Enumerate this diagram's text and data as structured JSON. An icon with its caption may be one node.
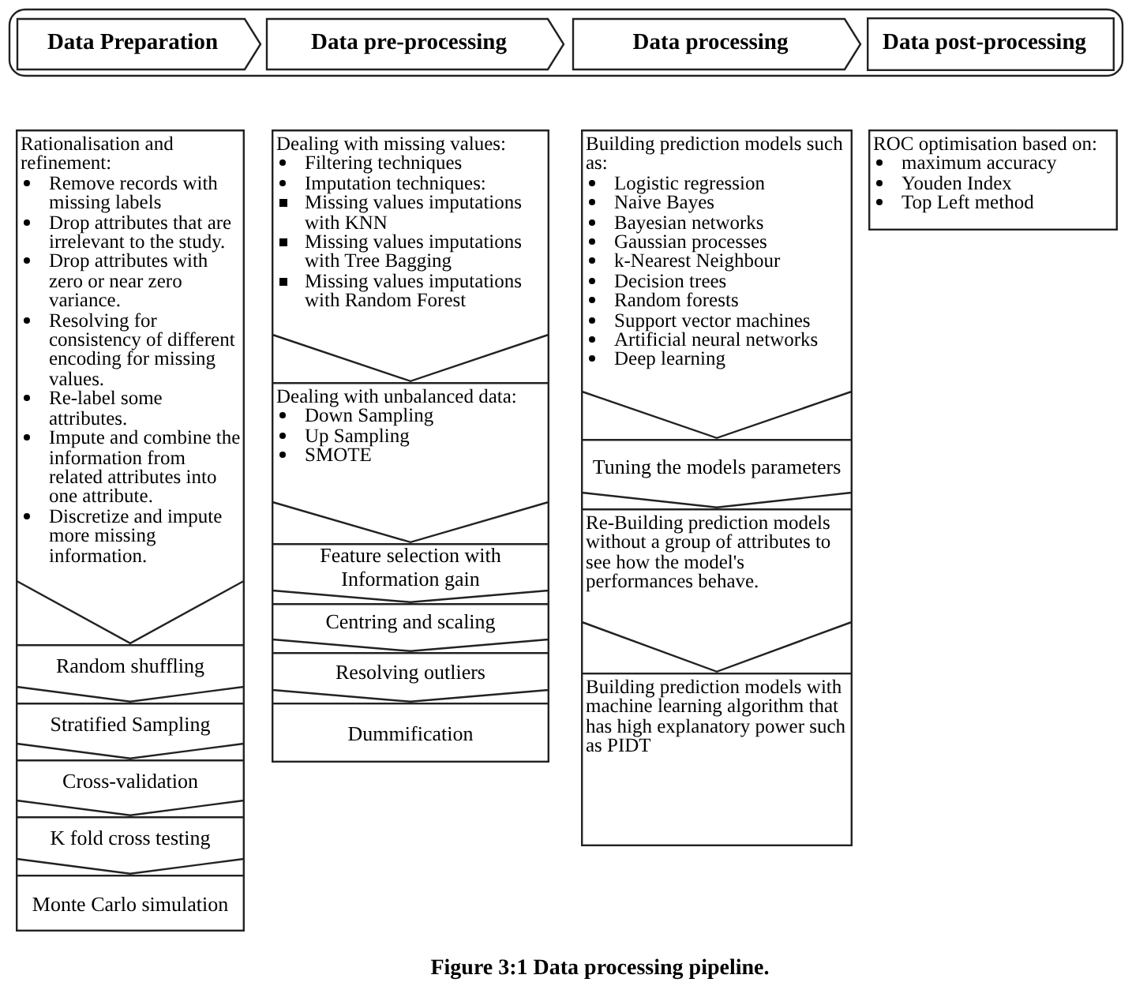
{
  "diagram": {
    "caption": "Figure 3:1 Data processing pipeline.",
    "nodes": [
      {
        "text": [],
        "shape": "box"
      },
      {
        "text": [
          "Data Preparation"
        ],
        "in": 0
      },
      {
        "text": [
          "Data pre-processing"
        ],
        "in": 0
      },
      {
        "text": [
          "Data processing"
        ],
        "in": 0
      },
      {
        "text": [
          "Data post-processing"
        ],
        "in": 0
      },
      {
        "text": [
          "Rationalisation and refinement:",
          "Remove records with missing labels",
          "Drop attributes that are irrelevant to the study.",
          "Drop attributes with zero or near zero variance.",
          "Resolving for consistency of different encoding for missing values.",
          "Re-label some attributes.",
          "Impute and combine the information from related attributes into one attribute.",
          "Discretize and impute more missing information."
        ]
      },
      {
        "text": [
          "Random shuffling"
        ]
      },
      {
        "text": [
          "Stratified Sampling"
        ]
      },
      {
        "text": [
          "Cross-validation"
        ]
      },
      {
        "text": [
          "K fold cross testing"
        ]
      },
      {
        "text": [
          "Monte Carlo simulation"
        ]
      },
      {
        "text": [
          "Dealing with missing values:",
          "Filtering techniques",
          "Imputation techniques:",
          "Missing values imputations with KNN",
          "Missing values imputations with Tree Bagging",
          "Missing values imputations with Random Forest"
        ]
      },
      {
        "text": [
          "Dealing with unbalanced data:",
          "Down Sampling",
          "Up Sampling",
          "SMOTE"
        ]
      },
      {
        "text": [
          "Feature selection with Information gain"
        ]
      },
      {
        "text": [
          "Centring and scaling"
        ]
      },
      {
        "text": [
          "Resolving outliers"
        ]
      },
      {
        "text": [
          "Dummification"
        ]
      },
      {
        "text": [
          "Building prediction models such as:",
          "Logistic regression",
          "Naive Bayes",
          "Bayesian networks",
          "Gaussian processes",
          "k-Nearest Neighbour",
          "Decision trees",
          "Random forests",
          "Support vector machines",
          "Artificial neural networks",
          "Deep learning"
        ]
      },
      {
        "text": [
          "Tuning the models parameters"
        ]
      },
      {
        "text": [
          "Re-Building prediction models without a group of attributes to see how the model's performances behave."
        ]
      },
      {
        "text": [
          "Building prediction models with machine learning algorithm that has high explanatory power such as PIDT"
        ]
      },
      {
        "text": [
          "ROC optimisation based on:",
          "maximum accuracy",
          "Youden Index",
          "Top Left method"
        ]
      }
    ]
  }
}
